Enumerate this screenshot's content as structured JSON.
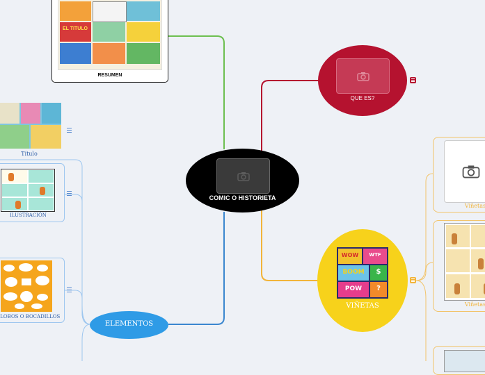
{
  "central": {
    "title": "COMIC O HISTORIETA"
  },
  "que_es": {
    "label": "QUE ES?"
  },
  "elementos": {
    "label": "ELEMENTOS"
  },
  "vinetas": {
    "label": "VIÑETAS",
    "comic_words": [
      "WOW",
      "BOOM",
      "POW",
      "WTF",
      "$",
      "?"
    ]
  },
  "resumen": {
    "label": "RESUMEN",
    "comic_title": "EL TITULO"
  },
  "left_items": [
    {
      "label": "Título"
    },
    {
      "label": "ILUSTRACIÓN"
    },
    {
      "label": "GLOBOS O BOCADILLOS"
    }
  ],
  "right_items": [
    {
      "label": "Viñetas"
    },
    {
      "label": "Viñetas"
    }
  ],
  "icons": {
    "camera": "camera-icon",
    "note": "note-icon",
    "menu": "menu-icon"
  },
  "colors": {
    "background": "#eef1f6",
    "central": "#000000",
    "que_es": "#b5122f",
    "vinetas": "#f7d21b",
    "elementos": "#2f9be6",
    "green_branch": "#6cbf4f",
    "blue_branch": "#3a86cf",
    "red_branch": "#b5122f",
    "yellow_branch": "#f2b43a"
  }
}
